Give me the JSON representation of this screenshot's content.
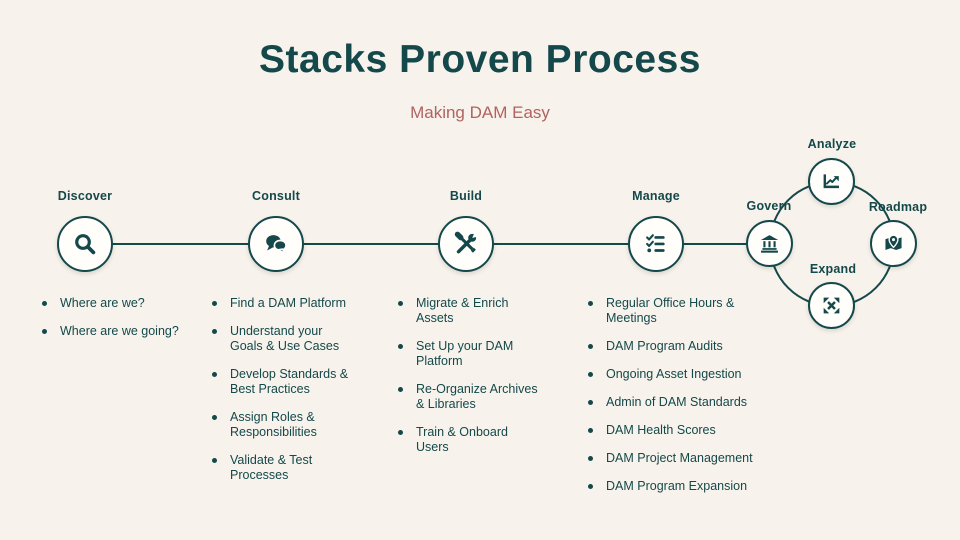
{
  "page": {
    "title": "Stacks Proven Process",
    "subtitle": "Making DAM Easy"
  },
  "colors": {
    "background": "#f7f3ec",
    "teal": "#14484a",
    "subtitle_red": "#b2625f",
    "node_fill": "#fffefb"
  },
  "stages": [
    {
      "label": "Discover",
      "icon": "search-icon"
    },
    {
      "label": "Consult",
      "icon": "chat-bubbles-icon"
    },
    {
      "label": "Build",
      "icon": "tools-icon"
    },
    {
      "label": "Manage",
      "icon": "checklist-icon"
    },
    {
      "label": "Govern",
      "icon": "bank-icon"
    },
    {
      "label": "Analyze",
      "icon": "trend-chart-icon"
    },
    {
      "label": "Roadmap",
      "icon": "map-pin-icon"
    },
    {
      "label": "Expand",
      "icon": "expand-arrows-icon"
    }
  ],
  "columns": [
    {
      "stage": "Discover",
      "items": [
        "Where are we?",
        "Where are we going?"
      ]
    },
    {
      "stage": "Consult",
      "items": [
        "Find a DAM Platform",
        "Understand your Goals & Use Cases",
        "Develop Standards & Best Practices",
        "Assign Roles & Responsibilities",
        "Validate & Test Processes"
      ]
    },
    {
      "stage": "Build",
      "items": [
        "Migrate & Enrich Assets",
        "Set Up your DAM Platform",
        "Re-Organize Archives & Libraries",
        "Train & Onboard Users"
      ]
    },
    {
      "stage": "Manage",
      "items": [
        "Regular Office Hours & Meetings",
        "DAM Program Audits",
        "Ongoing Asset Ingestion",
        "Admin of DAM Standards",
        "DAM Health Scores",
        "DAM Project Management",
        "DAM Program Expansion"
      ]
    }
  ]
}
